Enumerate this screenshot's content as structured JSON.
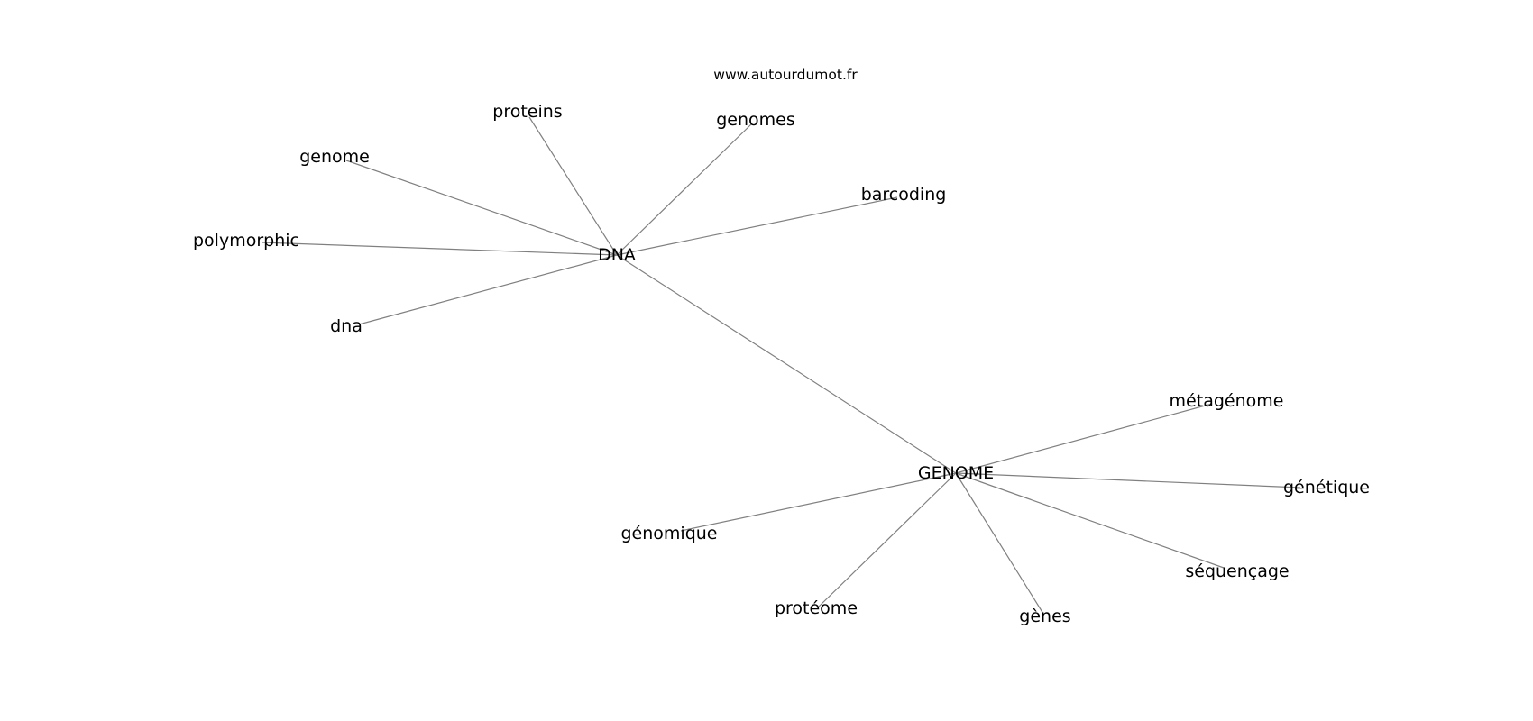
{
  "site": "www.autourdumot.fr",
  "graph": {
    "hubs": [
      {
        "id": "DNA",
        "label": "DNA"
      },
      {
        "id": "GENOME",
        "label": "GENOME"
      }
    ],
    "nodes": [
      {
        "id": "proteins",
        "label": "proteins",
        "hub": "DNA"
      },
      {
        "id": "genomes",
        "label": "genomes",
        "hub": "DNA"
      },
      {
        "id": "genome",
        "label": "genome",
        "hub": "DNA"
      },
      {
        "id": "barcoding",
        "label": "barcoding",
        "hub": "DNA"
      },
      {
        "id": "polymorphic",
        "label": "polymorphic",
        "hub": "DNA"
      },
      {
        "id": "dna",
        "label": "dna",
        "hub": "DNA"
      },
      {
        "id": "metagenome",
        "label": "métagénome",
        "hub": "GENOME"
      },
      {
        "id": "genetique",
        "label": "génétique",
        "hub": "GENOME"
      },
      {
        "id": "genomique",
        "label": "génomique",
        "hub": "GENOME"
      },
      {
        "id": "sequencage",
        "label": "séquençage",
        "hub": "GENOME"
      },
      {
        "id": "proteome",
        "label": "protéome",
        "hub": "GENOME"
      },
      {
        "id": "genes",
        "label": "gènes",
        "hub": "GENOME"
      }
    ],
    "hub_links": [
      {
        "from": "DNA",
        "to": "GENOME"
      }
    ]
  }
}
